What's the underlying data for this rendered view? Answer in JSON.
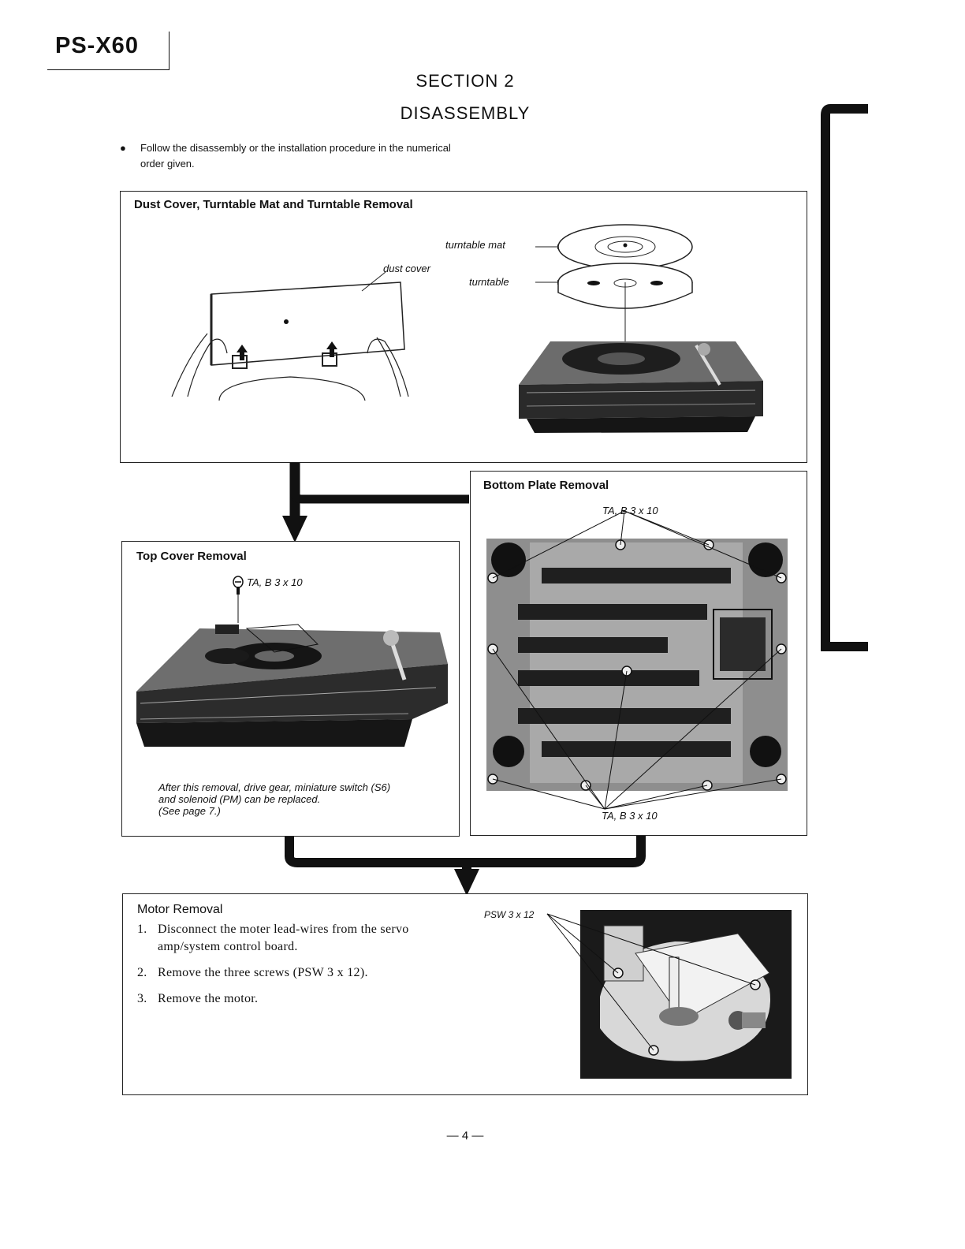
{
  "header": {
    "model": "PS-X60"
  },
  "section": {
    "number": "SECTION 2",
    "title": "DISASSEMBLY"
  },
  "intro": {
    "bullet": "●",
    "text": "Follow the disassembly or the installation procedure in the numerical order given."
  },
  "boxes": {
    "dust_cover": {
      "title": "Dust Cover, Turntable Mat  and Turntable Removal",
      "labels": {
        "dust_cover": "dust cover",
        "turntable_mat": "turntable mat",
        "turntable": "turntable"
      }
    },
    "bottom_plate": {
      "title": "Bottom Plate Removal",
      "screw_top": "TA, B 3 x 10",
      "screw_bottom": "TA, B 3 x 10"
    },
    "top_cover": {
      "title": "Top Cover Removal",
      "screw": "TA, B 3 x 10",
      "note": [
        "After this removal, drive gear, miniature switch (S6)",
        "and solenoid (PM) can be replaced.",
        "(See page 7.)"
      ]
    },
    "motor": {
      "title": "Motor Removal",
      "screw": "PSW 3 x 12",
      "steps": [
        {
          "num": "1.",
          "text": "Disconnect the moter lead-wires from the servo amp/system control board."
        },
        {
          "num": "2.",
          "text": "Remove the three screws (PSW 3 x 12)."
        },
        {
          "num": "3.",
          "text": "Remove the motor."
        }
      ]
    }
  },
  "footer": {
    "page": "— 4 —"
  },
  "colors": {
    "ink": "#111111",
    "photo_dark": "#2a2a2a",
    "photo_mid": "#7a7a7a"
  }
}
